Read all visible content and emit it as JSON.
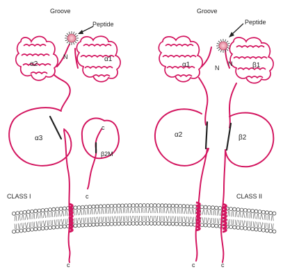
{
  "labels": {
    "groove_left": "Groove",
    "groove_right": "Groove",
    "peptide_left": "Peptide",
    "peptide_right": "Peptide",
    "class1": "CLASS I",
    "class2": "CLASS II",
    "alpha2_left": "α2",
    "alpha1_left": "α1",
    "alpha3": "α3",
    "beta2m": "β2M",
    "alpha1_right": "α1",
    "beta1": "β1",
    "alpha2_right": "α2",
    "beta2": "β2",
    "n_left": "N",
    "n_right_a": "N",
    "n_right_b": "N",
    "c_b2m_top": "c",
    "c_b2m_bottom": "c",
    "c_class1_tail": "c",
    "c_class2_tail_a": "c",
    "c_class2_tail_b": "c"
  },
  "colors": {
    "chain": "#d3155f",
    "peptide_fill": "#f2a6b5",
    "membrane_head": "#ffffff",
    "membrane_stroke": "#444444",
    "text": "#222222"
  },
  "icons": {
    "peptide": "peptide-star-icon",
    "arrow": "arrow-icon"
  }
}
